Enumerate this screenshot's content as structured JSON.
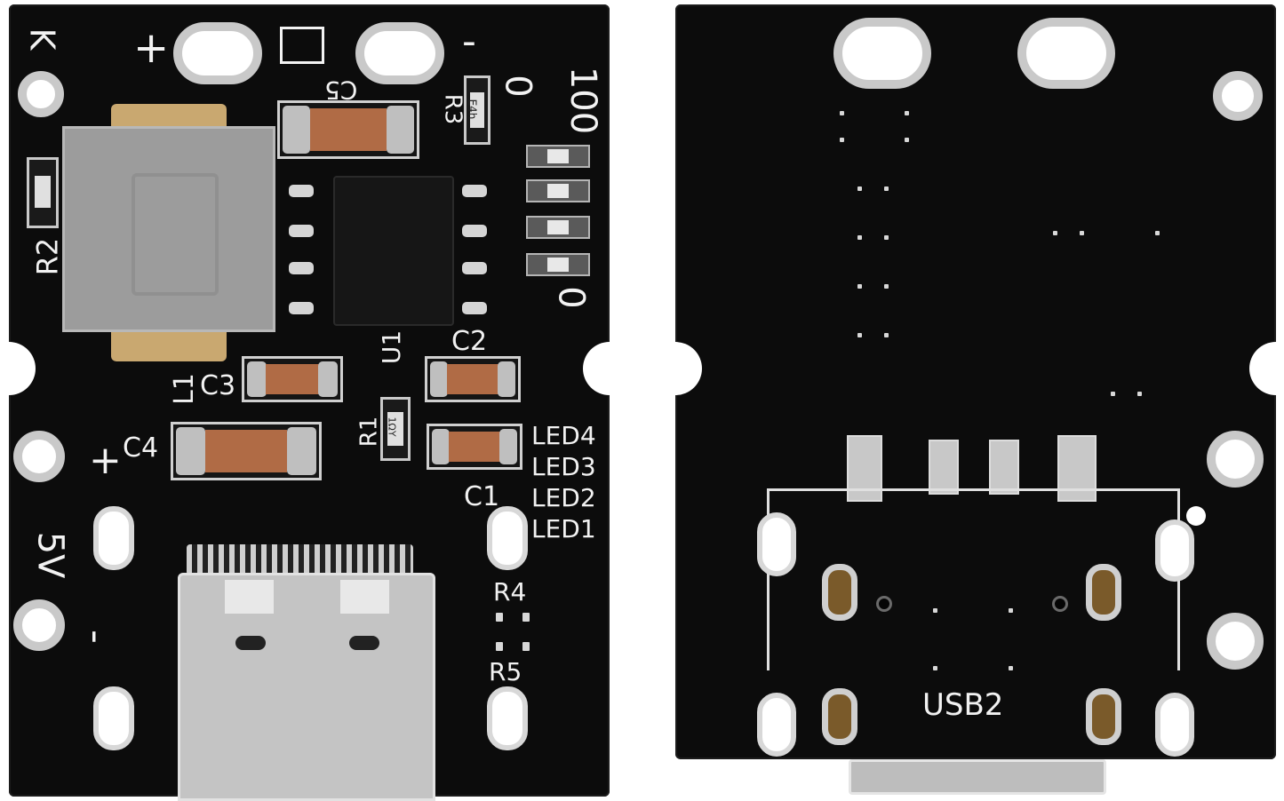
{
  "front": {
    "labels": {
      "k": "K",
      "plus_top": "+",
      "minus_top": "-",
      "c5": "C5",
      "r3": "R3",
      "r3_code": "E4h",
      "hundred": "100",
      "zero_top": "0",
      "zero_side": "0",
      "r2": "R2",
      "u1": "U1",
      "c2": "C2",
      "l1": "L1",
      "c3": "C3",
      "r1": "R1",
      "r1_code": "1ΩY",
      "plus_c4": "+",
      "c4": "C4",
      "c1": "C1",
      "led4": "LED4",
      "led3": "LED3",
      "led2": "LED2",
      "led1": "LED1",
      "fivev": "5V",
      "minus_bottom": "-",
      "r4": "R4",
      "r5": "R5"
    }
  },
  "back": {
    "labels": {
      "usb2": "USB2"
    }
  },
  "colors": {
    "board": "#0c0c0c",
    "silkscreen": "#f2f2f2",
    "pad": "#cfcfcf",
    "capacitor": "#b06b45",
    "background": "#ffffff"
  }
}
